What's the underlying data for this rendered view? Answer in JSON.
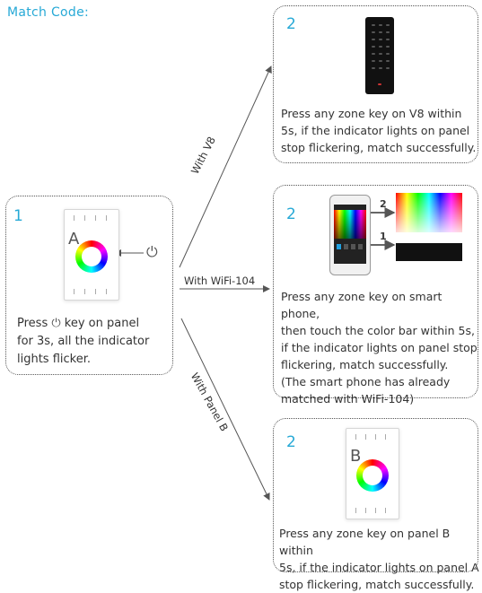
{
  "title": "Match Code:",
  "box1": {
    "number": "1",
    "panel_letter": "A",
    "power_symbol": "⏻",
    "text_before": "Press",
    "text_after": "key on panel",
    "lines": [
      "for 3s, all the indicator",
      "lights flicker."
    ]
  },
  "arrows": {
    "v8": "With V8",
    "wifi": "With WiFi-104",
    "panel_b": "With Panel B"
  },
  "box2_v8": {
    "number": "2",
    "lines": [
      "Press any zone key on V8 within",
      "5s, if the indicator lights on panel",
      "stop flickering, match successfully."
    ]
  },
  "box2_wifi": {
    "number": "2",
    "label_2": "2",
    "label_1": "1",
    "lines": [
      "Press any zone key on smart phone,",
      "then touch the color bar within 5s,",
      "if the indicator lights on panel stop",
      "flickering, match successfully.",
      "(The smart phone has already",
      "matched with WiFi-104)"
    ]
  },
  "box2_panel": {
    "number": "2",
    "panel_letter": "B",
    "lines": [
      "Press any zone key on panel B within",
      "5s, if the indicator lights on panel A",
      "stop flickering, match successfully."
    ]
  },
  "colors": {
    "accent": "#27a9d6",
    "text": "#333333",
    "border": "#555555"
  }
}
